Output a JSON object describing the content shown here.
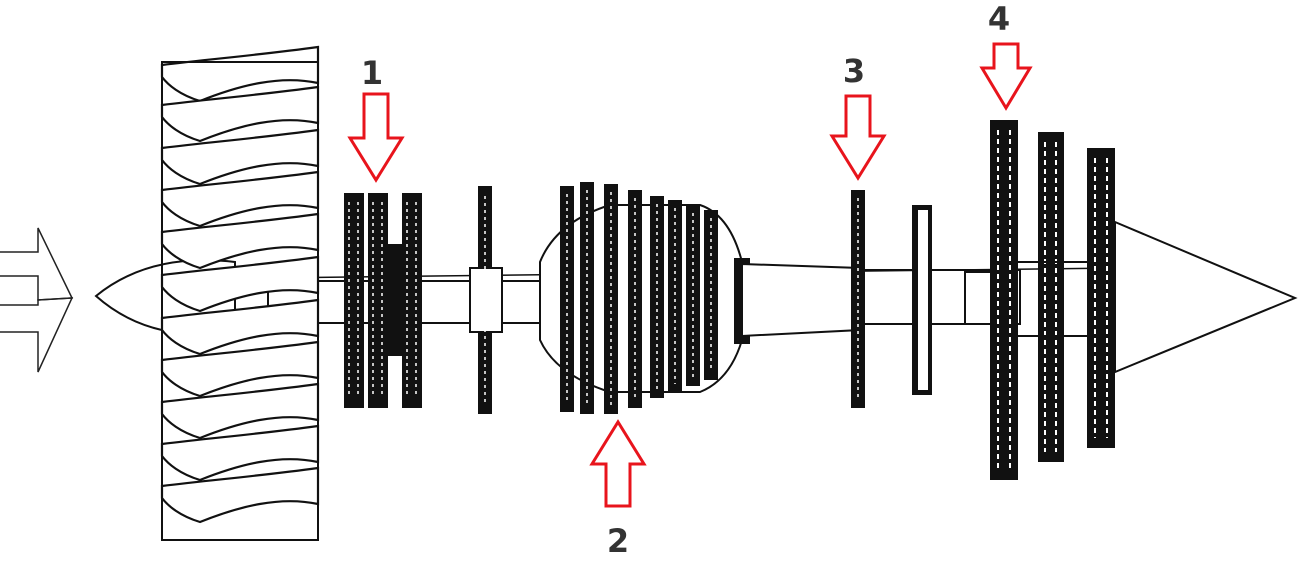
{
  "labels": [
    {
      "id": "1",
      "text": "1"
    },
    {
      "id": "2",
      "text": "2"
    },
    {
      "id": "3",
      "text": "3"
    },
    {
      "id": "4",
      "text": "4"
    }
  ],
  "colors": {
    "ink": "#111111",
    "marker_arrow": "#e8141c",
    "label_text": "#333333",
    "background": "#ffffff"
  },
  "icons": {
    "inlet_arrows": "hollow-right-arrow",
    "markers": "hollow-down-up-arrow"
  }
}
